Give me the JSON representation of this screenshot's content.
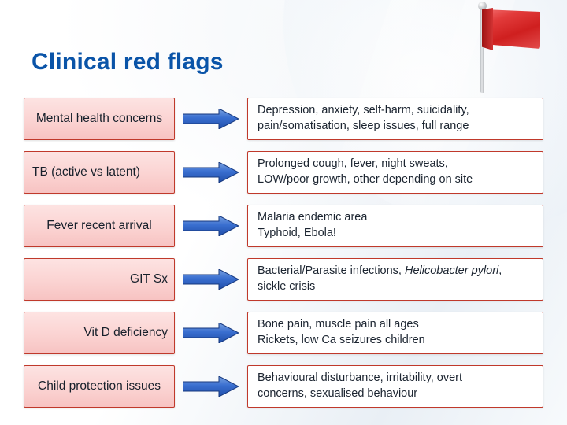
{
  "slide": {
    "title": "Clinical red flags",
    "accent_color": "#0a54a8",
    "box_border_color": "#c0392b",
    "left_box_fill": "#fbd3d2",
    "arrow_color": "#2f5fc0",
    "flag_color": "#d42a2a"
  },
  "rows": [
    {
      "left": "Mental health concerns",
      "arrow": "right-arrow-icon",
      "right_lines": [
        "Depression, anxiety, self-harm, suicidality,",
        "pain/somatisation, sleep issues, full range"
      ]
    },
    {
      "left": "TB (active vs latent)",
      "arrow": "right-arrow-icon",
      "right_lines": [
        "Prolonged cough,  fever,  night sweats,",
        "LOW/poor growth, other depending on site"
      ]
    },
    {
      "left": "Fever recent arrival",
      "arrow": "right-arrow-icon",
      "right_lines": [
        "Malaria endemic area",
        "Typhoid, Ebola!"
      ]
    },
    {
      "left": "GIT Sx",
      "arrow": "right-arrow-icon",
      "right_lines": [
        "Bacterial/Parasite infections, Helicobacter pylori,",
        "sickle crisis"
      ],
      "right_italic_fragment": "Helicobacter pylori"
    },
    {
      "left": "Vit D deficiency",
      "arrow": "right-arrow-icon",
      "right_lines": [
        "Bone pain,  muscle pain all ages",
        "Rickets, low Ca seizures children"
      ]
    },
    {
      "left": "Child protection issues",
      "arrow": "right-arrow-icon",
      "right_lines": [
        "Behavioural disturbance, irritability, overt",
        "concerns, sexualised behaviour"
      ]
    }
  ]
}
